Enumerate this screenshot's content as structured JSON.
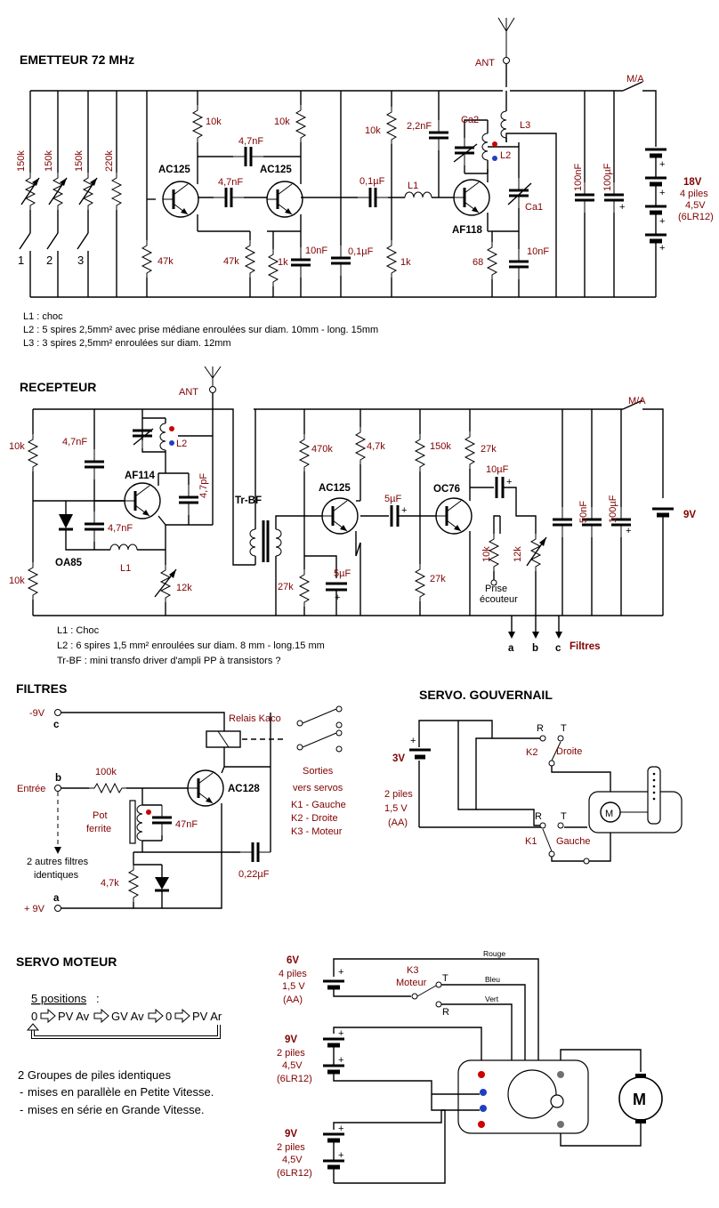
{
  "emetteur": {
    "title": "EMETTEUR  72 MHz",
    "ant": "ANT",
    "ma": "M/A",
    "r150k": "150k",
    "r220k": "220k",
    "sw1": "1",
    "sw2": "2",
    "sw3": "3",
    "r10k": "10k",
    "c47nf": "4,7nF",
    "t1": "AC125",
    "t2": "AC125",
    "t3": "AF118",
    "r47k": "47k",
    "r1k": "1k",
    "c10nf": "10nF",
    "c01uf": "0,1µF",
    "c22nf": "2,2nF",
    "l1": "L1",
    "l2": "L2",
    "l3": "L3",
    "ca1": "Ca1",
    "ca2": "Ca2",
    "r68": "68",
    "c100nf": "100nF",
    "c100uf": "100µF",
    "batt_v": "18V",
    "batt_n": "4 piles",
    "batt_c": "4,5V",
    "batt_t": "(6LR12)",
    "plus": "+",
    "notes": [
      "L1 : choc",
      "L2 : 5 spires  2,5mm²  avec prise médiane enroulées sur diam. 10mm - long. 15mm",
      "L3 : 3 spires 2,5mm²  enroulées sur diam. 12mm"
    ]
  },
  "recepteur": {
    "title": "RECEPTEUR",
    "ant": "ANT",
    "ma": "M/A",
    "r10k": "10k",
    "c47nf": "4,7nF",
    "c47pf": "4,7pF",
    "l1": "L1",
    "l2": "L2",
    "t1": "AF114",
    "diode": "OA85",
    "r12k": "12k",
    "trbf": "Tr-BF",
    "r470k": "470k",
    "r47k": "4,7k",
    "t2": "AC125",
    "c5uf": "5µF",
    "r27k": "27k",
    "r150k": "150k",
    "t3": "OC76",
    "c10uf": "10µF",
    "prise": "Prise",
    "ecouteur": "écouteur",
    "c50nf": "50nF",
    "c100uf": "100µF",
    "batt_v": "9V",
    "out_a": "a",
    "out_b": "b",
    "out_c": "c",
    "filtres": "Filtres",
    "plus": "+",
    "notes": [
      "L1 : Choc",
      "L2 : 6 spires 1,5 mm² enroulées sur diam. 8 mm - long.15 mm",
      "Tr-BF : mini transfo driver d'ampli PP à transistors ?"
    ]
  },
  "filtres": {
    "title": "FILTRES",
    "m9v": "-9V",
    "c": "c",
    "b": "b",
    "a": "a",
    "entree": "Entrée",
    "p9v": "+ 9V",
    "relais": "Relais Kaco",
    "sorties1": "Sorties",
    "sorties2": "vers servos",
    "k1": "K1  - Gauche",
    "k2": "K2  - Droite",
    "k3": "K3  - Moteur",
    "r100k": "100k",
    "pot1": "Pot",
    "pot2": "ferrite",
    "c47nf": "47nF",
    "t": "AC128",
    "c022uf": "0,22µF",
    "r47k": "4,7k",
    "autres1": "2 autres filtres",
    "autres2": "identiques"
  },
  "servo_gouv": {
    "title": "SERVO. GOUVERNAIL",
    "v": "3V",
    "n": "2 piles",
    "c": "1,5 V",
    "t": "(AA)",
    "plus": "+",
    "r": "R",
    "tt": "T",
    "k2": "K2",
    "k1": "K1",
    "droite": "Droite",
    "gauche": "Gauche",
    "m": "M"
  },
  "servo_moteur": {
    "title": "SERVO MOTEUR",
    "positions": "5 positions",
    "colon": ":",
    "seq": [
      "0",
      "PV Av",
      "GV Av",
      "0",
      "PV Ar"
    ],
    "groupes": "2 Groupes de piles identiques",
    "par": "mises en parallèle en Petite Vitesse.",
    "ser": "mises en série en Grande Vitesse.",
    "b1_v": "6V",
    "b1_n": "4 piles",
    "b1_c": "1,5 V",
    "b1_t": "(AA)",
    "b2_v": "9V",
    "b2_n": "2 piles",
    "b2_c": "4,5V",
    "b2_t": "(6LR12)",
    "b3_v": "9V",
    "b3_n": "2 piles",
    "b3_c": "4,5V",
    "b3_t": "(6LR12)",
    "k3": "K3",
    "moteur": "Moteur",
    "t": "T",
    "r": "R",
    "rouge": "Rouge",
    "bleu": "Bleu",
    "vert": "Vert",
    "m": "M",
    "plus": "+"
  },
  "colors": {
    "label": "#800000",
    "red": "#cc0000",
    "blue": "#1f3fbf",
    "grey": "#707070"
  }
}
